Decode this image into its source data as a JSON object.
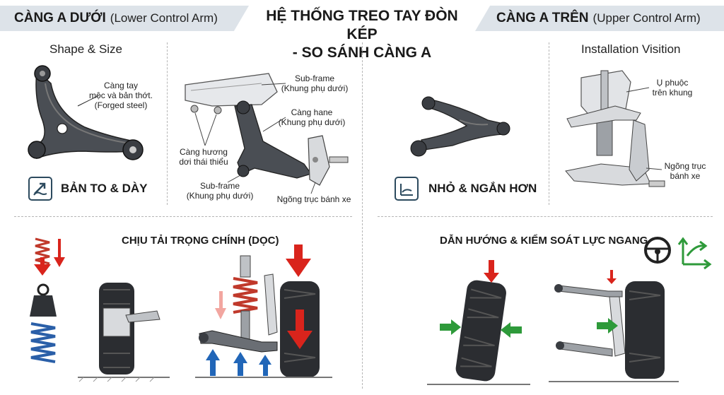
{
  "header": {
    "left_bold": "CÀNG A DƯỚI",
    "left_sub": "(Lower Control Arm)",
    "title_line1": "HỆ THỐNG TREO TAY ĐÒN KÉP",
    "title_line2": "- SO SÁNH CÀNG A",
    "right_bold": "CÀNG A TRÊN",
    "right_sub": "(Upper Control Arm)"
  },
  "lower": {
    "section_label": "Shape & Size",
    "arm_note_1": "Càng tay",
    "arm_note_2": "mộc và bản thớt.",
    "arm_note_3": "(Forged steel)",
    "size_label": "BẢN TO & DÀY",
    "subframe_top_1": "Sub-frame",
    "subframe_top_2": "(Khung phụ dưới)",
    "hane_1": "Càng hane",
    "hane_2": "(Khung phụ dưới)",
    "huong_1": "Càng hương",
    "huong_2": "dơi thái thiểu",
    "subframe_bot_1": "Sub-frame",
    "subframe_bot_2": "(Khung phụ dưới)",
    "knuckle": "Ngõng trục bánh xe"
  },
  "upper": {
    "section_label": "Installation Visition",
    "shock_1": "Ụ phuộc",
    "shock_2": "trên khung",
    "knuckle_1": "Ngõng trục",
    "knuckle_2": "bánh xe",
    "size_label": "NHỎ & NGẮN HƠN"
  },
  "bottom": {
    "load_title": "CHỊU TẢI TRỌNG CHÍNH (DỌC)",
    "lateral_title": "DẪN HƯỚNG & KIỂM SOÁT LỰC NGANG"
  },
  "colors": {
    "banner_bg": "#dde3e9",
    "arrow_red": "#d9241c",
    "arrow_blue": "#2166b8",
    "arrow_green": "#2e9a3a",
    "spring_blue": "#2a5fa8",
    "spring_red": "#c0392b",
    "steel": "#4a4e54"
  }
}
